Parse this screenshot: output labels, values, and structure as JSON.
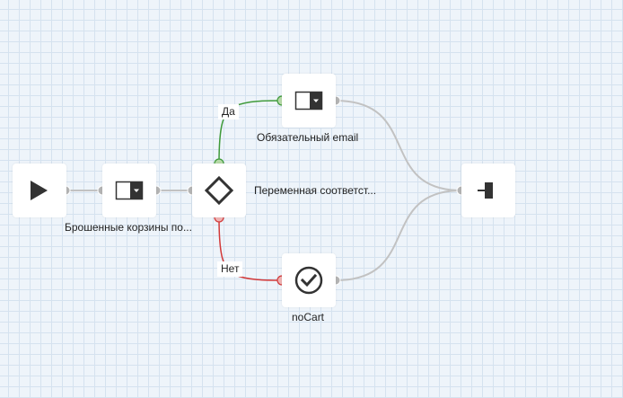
{
  "canvas": {
    "nodes": {
      "start": {
        "icon": "play-icon"
      },
      "abandoned_carts": {
        "icon": "split-select-icon",
        "label": "Брошенные корзины по..."
      },
      "condition": {
        "icon": "diamond-icon",
        "label": "Переменная соответст..."
      },
      "required_email": {
        "icon": "split-select-icon",
        "label": "Обязательный email"
      },
      "no_cart": {
        "icon": "check-circle-icon",
        "label": "noCart"
      },
      "end": {
        "icon": "end-icon"
      }
    },
    "branches": {
      "yes": "Да",
      "no": "Нет"
    }
  },
  "colors": {
    "yes_branch": "#3f9a3a",
    "no_branch": "#d23a3a",
    "connector": "#c2c2c2",
    "port": "#b4b4b4",
    "icon": "#333333"
  }
}
